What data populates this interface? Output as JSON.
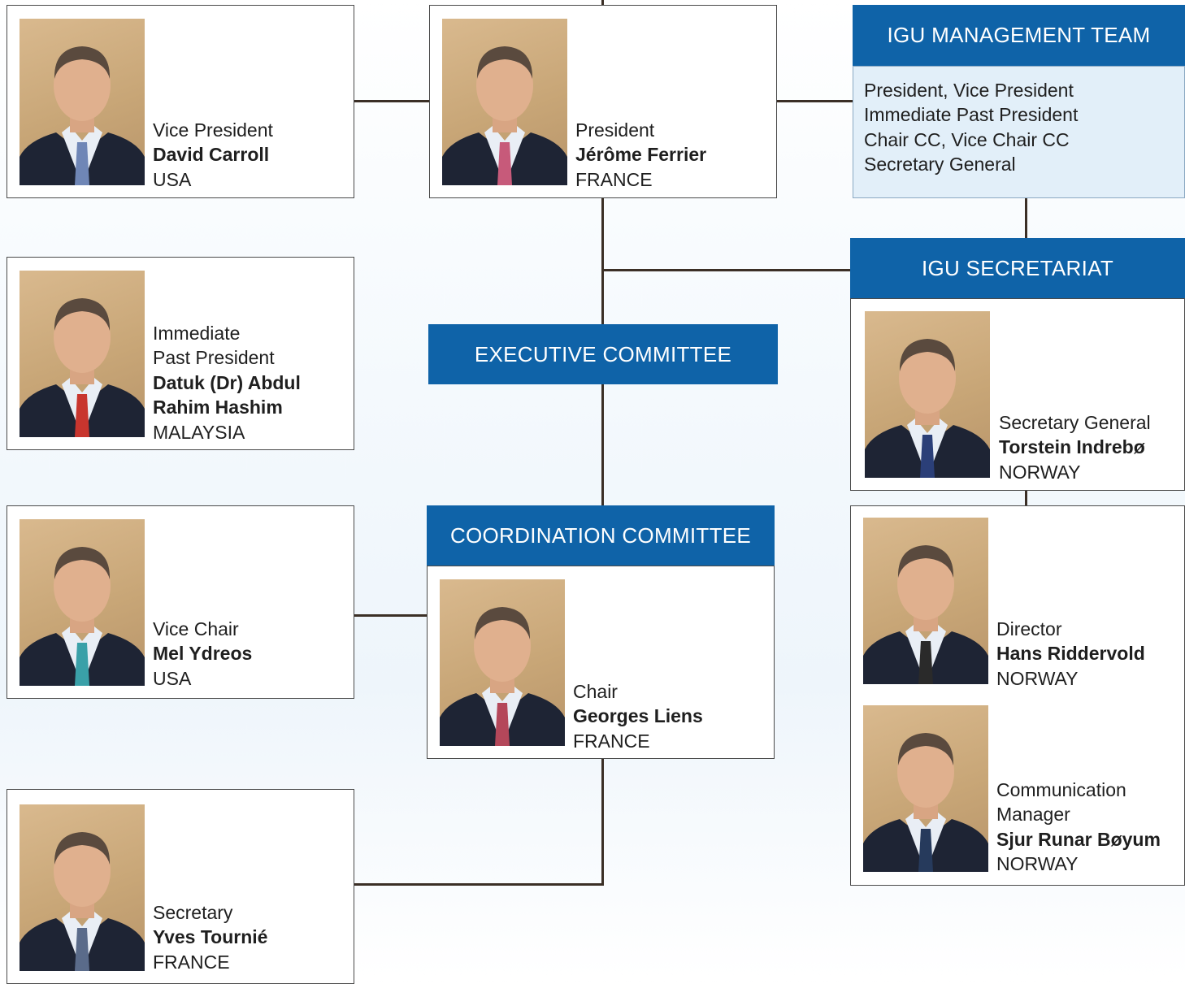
{
  "people": [
    {
      "id": "vp",
      "role": [
        "Vice President"
      ],
      "name": [
        "David Carroll"
      ],
      "country": "USA",
      "tie": "#6f86b6"
    },
    {
      "id": "pres",
      "role": [
        "President"
      ],
      "name": [
        "Jérôme Ferrier"
      ],
      "country": "FRANCE",
      "tie": "#c75a7a"
    },
    {
      "id": "ipp",
      "role": [
        "Immediate",
        "Past President"
      ],
      "name": [
        "Datuk (Dr) Abdul",
        "Rahim Hashim"
      ],
      "country": "MALAYSIA",
      "tie": "#c8352e"
    },
    {
      "id": "vc",
      "role": [
        "Vice Chair"
      ],
      "name": [
        "Mel Ydreos"
      ],
      "country": "USA",
      "tie": "#3aa0a8"
    },
    {
      "id": "sec",
      "role": [
        "Secretary"
      ],
      "name": [
        "Yves Tournié"
      ],
      "country": "FRANCE",
      "tie": "#5a6b8a"
    },
    {
      "id": "chair",
      "role": [
        "Chair"
      ],
      "name": [
        "Georges Liens"
      ],
      "country": "FRANCE",
      "tie": "#b4475a"
    },
    {
      "id": "sg",
      "role": [
        "Secretary General"
      ],
      "name": [
        "Torstein Indrebø"
      ],
      "country": "NORWAY",
      "tie": "#2b3f78"
    },
    {
      "id": "dir",
      "role": [
        "Director"
      ],
      "name": [
        "Hans Riddervold"
      ],
      "country": "NORWAY",
      "tie": "#2a2a2a"
    },
    {
      "id": "cm",
      "role": [
        "Communication",
        "Manager"
      ],
      "name": [
        "Sjur Runar Bøyum"
      ],
      "country": "NORWAY",
      "tie": "#263a5c"
    }
  ],
  "headers": {
    "management_team": "IGU MANAGEMENT TEAM",
    "secretariat": "IGU SECRETARIAT",
    "executive_committee": "EXECUTIVE COMMITTEE",
    "coordination_committee": "COORDINATION COMMITTEE"
  },
  "management_team_members": [
    "President, Vice President",
    "Immediate Past President",
    "Chair CC, Vice Chair CC",
    "Secretary General"
  ],
  "colors": {
    "header_blue": "#0f63a8",
    "management_body": "#e2eff9",
    "connector": "#3b2f26",
    "photo_background": "#c8a677"
  }
}
